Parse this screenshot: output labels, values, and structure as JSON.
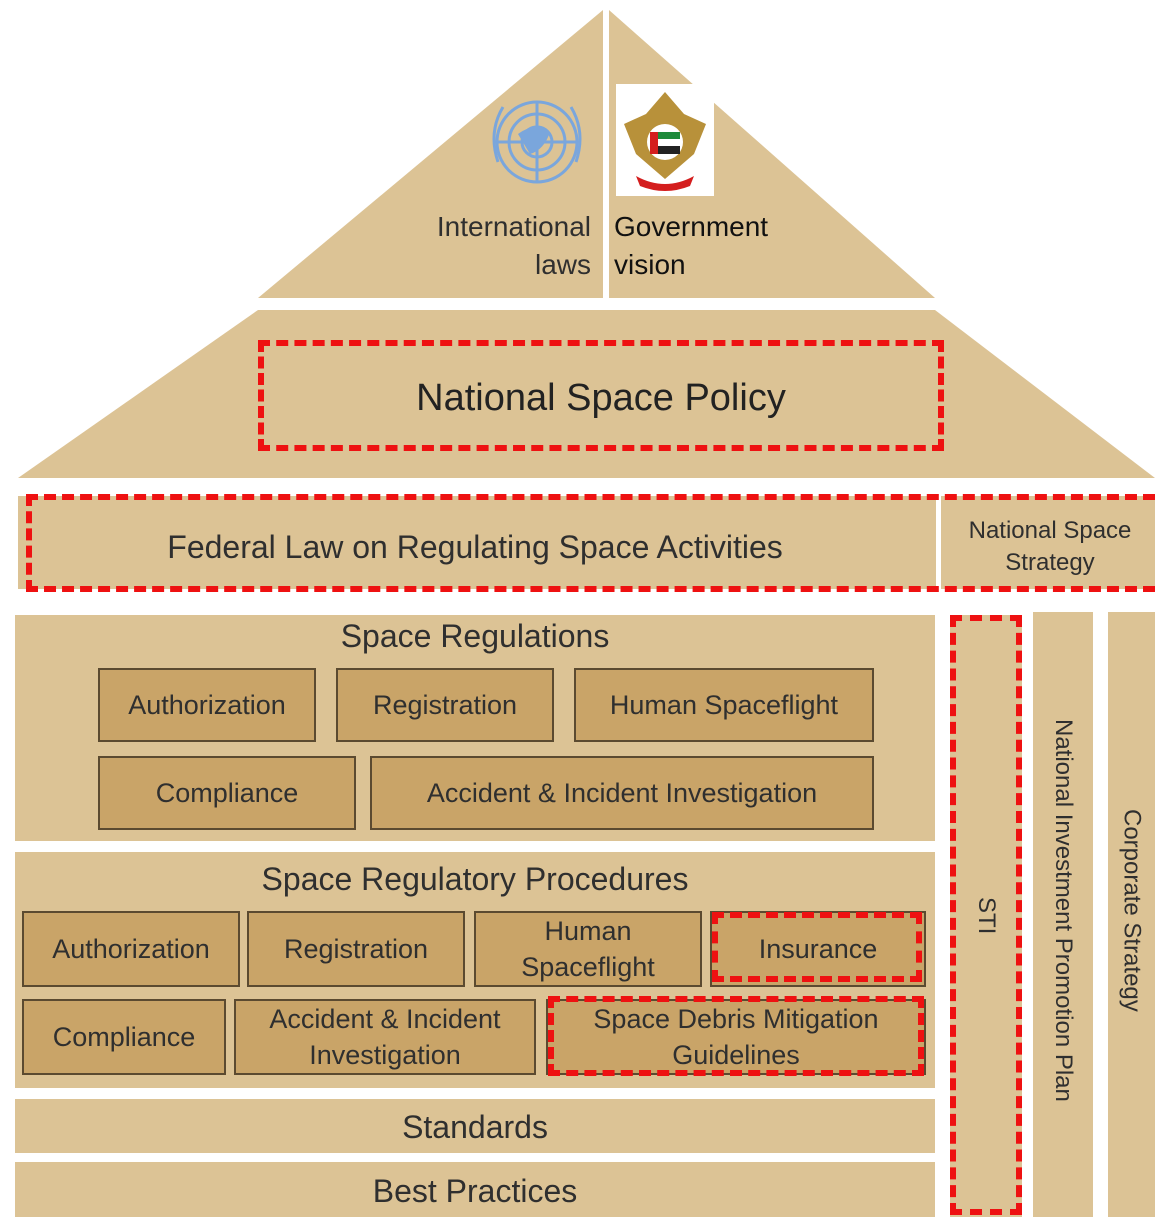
{
  "roof": {
    "international_line1": "International",
    "international_line2": "laws",
    "government_line1": "Government",
    "government_line2": "vision",
    "policy": "National Space Policy"
  },
  "law_row": {
    "federal_law": "Federal Law on Regulating Space Activities",
    "strategy_line1": "National Space",
    "strategy_line2": "Strategy"
  },
  "space_regulations": {
    "title": "Space Regulations",
    "items": [
      "Authorization",
      "Registration",
      "Human Spaceflight",
      "Compliance",
      "Accident & Incident Investigation"
    ]
  },
  "procedures": {
    "title": "Space Regulatory Procedures",
    "authorization": "Authorization",
    "registration": "Registration",
    "human_line1": "Human",
    "human_line2": "Spaceflight",
    "insurance": "Insurance",
    "compliance": "Compliance",
    "accident_line1": "Accident & Incident",
    "accident_line2": "Investigation",
    "debris_line1": "Space Debris Mitigation",
    "debris_line2": "Guidelines"
  },
  "standards": "Standards",
  "best_practices": "Best Practices",
  "pillars": {
    "sti": "STI",
    "investment": "National Investment Promotion Plan",
    "corporate": "Corporate Strategy"
  },
  "colors": {
    "band": "#dcc395",
    "box": "#c9a468",
    "dash": "#ee1111"
  }
}
